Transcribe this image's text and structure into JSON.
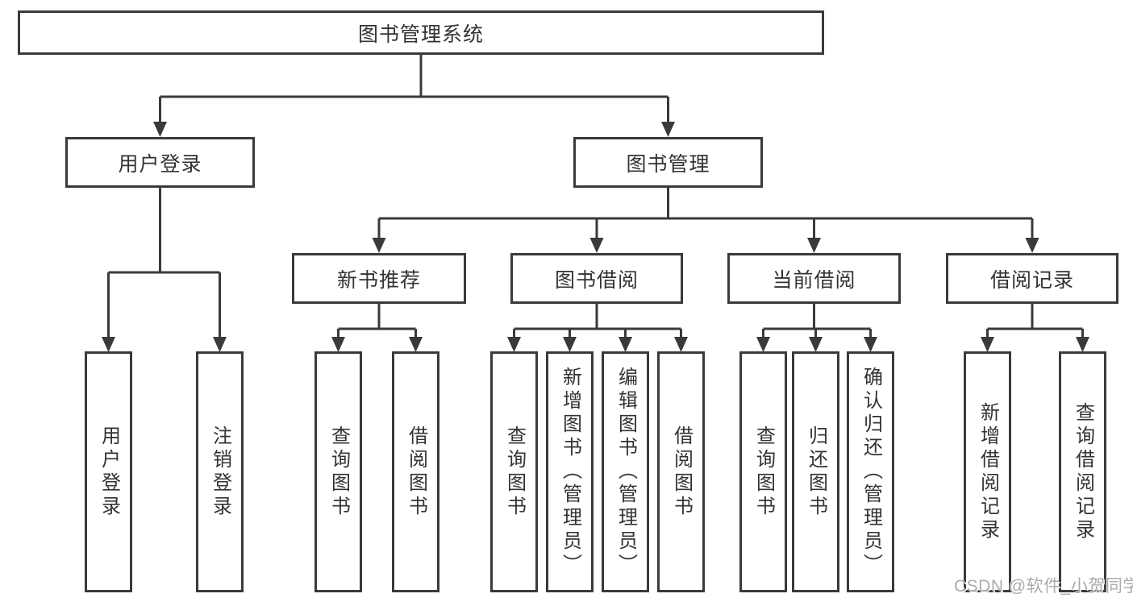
{
  "diagram": {
    "root": "图书管理系统",
    "level2": {
      "user_login": "用户登录",
      "book_mgmt": "图书管理"
    },
    "level3": {
      "new_books": "新书推荐",
      "book_borrow": "图书借阅",
      "current_borrow": "当前借阅",
      "borrow_records": "借阅记录"
    },
    "leaves": {
      "user_login": "用户登录",
      "logout": "注销登录",
      "nb_query_books": "查询图书",
      "nb_borrow_books": "借阅图书",
      "bb_query_books": "查询图书",
      "bb_add_books_admin": "新增图书（管理员）",
      "bb_edit_books_admin": "编辑图书（管理员）",
      "bb_borrow_books": "借阅图书",
      "cb_query_books": "查询图书",
      "cb_return_books": "归还图书",
      "cb_confirm_return_admin": "确认归还（管理员）",
      "br_add_record": "新增借阅记录",
      "br_query_record": "查询借阅记录"
    },
    "colors": {
      "line": "#3a3a3a",
      "text": "#333333",
      "background": "#ffffff",
      "watermark": "#ababab"
    }
  },
  "watermark": "CSDN @软件_小贺同学"
}
